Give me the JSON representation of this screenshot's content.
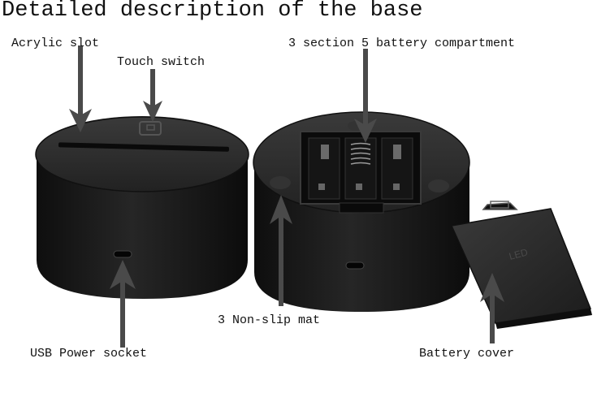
{
  "title": "Detailed description of the base",
  "labels": {
    "acrylic_slot": "Acrylic slot",
    "touch_switch": "Touch switch",
    "battery_compartment": "3 section 5 battery compartment",
    "non_slip_mat": "3 Non-slip mat",
    "usb_power_socket": "USB Power socket",
    "battery_cover": "Battery cover"
  },
  "battery_cover_marking": "LED",
  "colors": {
    "base_body": "#1b1b1b",
    "base_top": "#2a2a2a",
    "arrow": "#4a4a4a",
    "background": "#ffffff"
  }
}
